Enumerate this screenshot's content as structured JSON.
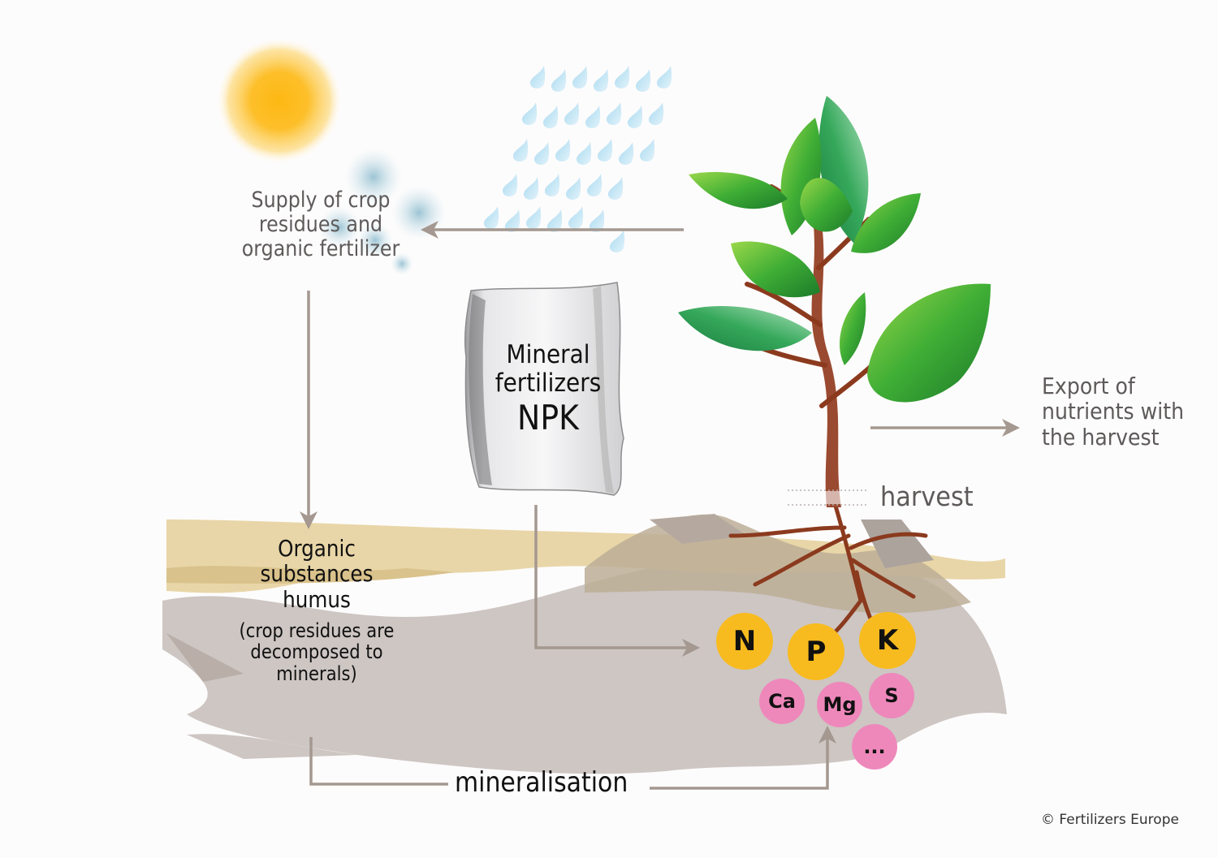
{
  "labels": {
    "supply": "Supply of crop residues and organic fertilizer",
    "bag_line1": "Mineral",
    "bag_line2": "fertilizers",
    "bag_npk": "NPK",
    "export": "Export of nutrients with the harvest",
    "harvest": "harvest",
    "organic_main": "Organic substances humus",
    "organic_sub": "(crop residues are decomposed to minerals)",
    "mineralisation": "mineralisation",
    "copyright": "© Fertilizers Europe"
  },
  "nutrients": {
    "primary": [
      "N",
      "P",
      "K"
    ],
    "secondary": [
      "Ca",
      "Mg",
      "S",
      "..."
    ]
  },
  "colors": {
    "arrow": "#a49890",
    "sun": "#fdb813",
    "raindrop": "#bfe3f3",
    "soil_organic": "#e8d6a8",
    "soil_grey": "#cdc6c3",
    "leaf": "#3fae35",
    "stem": "#8b3a1e",
    "primary_nutrient": "#f8bb1f",
    "secondary_nutrient": "#ee88bb"
  },
  "icons": [
    "sun-icon",
    "rain-icon",
    "fertilizer-bag-icon",
    "plant-icon"
  ]
}
